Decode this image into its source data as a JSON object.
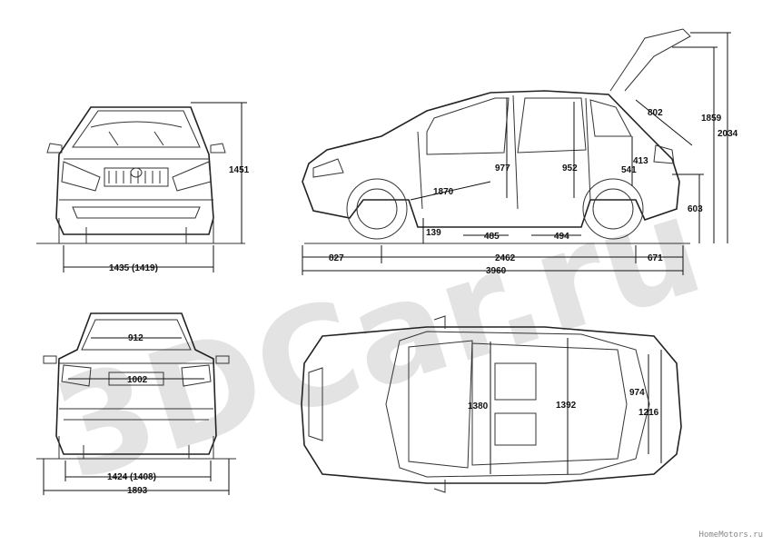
{
  "watermark": "3DCar.ru",
  "credit": "HomeMotors.ru",
  "front_view": {
    "height": "1451",
    "track": "1435 (1419)"
  },
  "rear_view": {
    "upper_width": "912",
    "lower_width": "1002",
    "track": "1424 (1408)",
    "overall_width": "1893"
  },
  "side_view": {
    "door_front": "977",
    "door_rear": "952",
    "boot_opening": "802",
    "trunk_height_upper": "413",
    "trunk_height_lower": "541",
    "inner_length": "1870",
    "ground_clearance": "139",
    "front_door_span": "485",
    "rear_door_span": "494",
    "loading_height": "603",
    "height_roof": "1859",
    "height_open_tailgate": "2034",
    "front_overhang": "827",
    "wheelbase": "2462",
    "rear_overhang": "671",
    "overall_length": "3960"
  },
  "top_view": {
    "front_interior_width": "1380",
    "rear_interior_width": "1392",
    "trunk_width_narrow": "974",
    "trunk_width_wide": "1216"
  }
}
